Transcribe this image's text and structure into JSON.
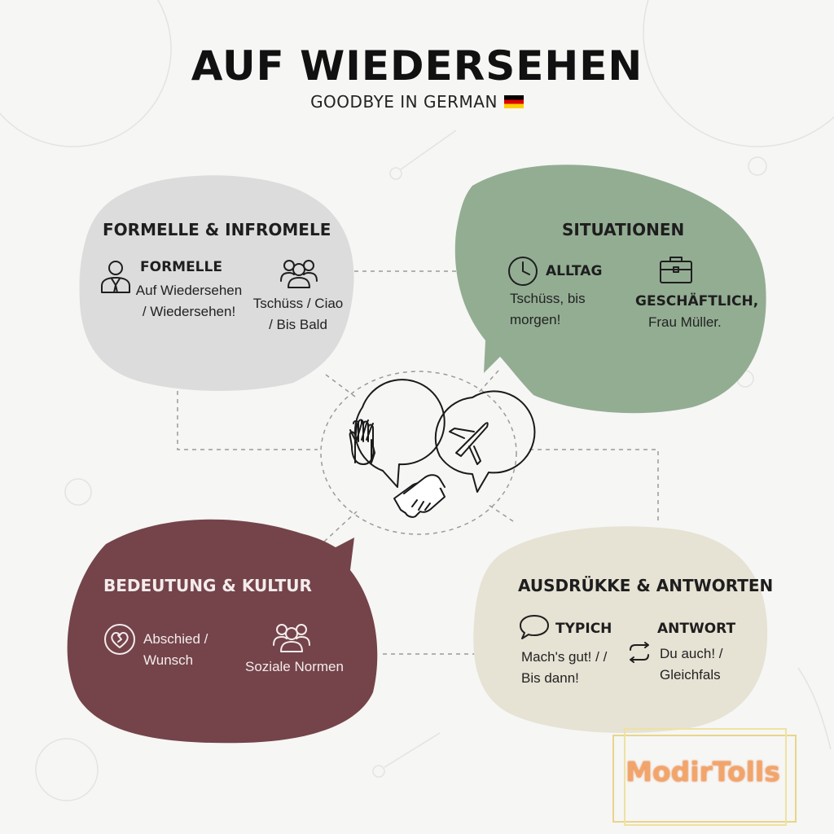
{
  "title": "AUF WIEDERSEHEN",
  "subtitle": "GOODBYE IN GERMAN",
  "colors": {
    "background": "#f6f6f4",
    "gray_bubble": "#dcdcdc",
    "green_bubble": "#93ad93",
    "maroon_bubble": "#74444a",
    "beige_bubble": "#e6e2d4",
    "flag": [
      "#000000",
      "#dd0000",
      "#ffce00"
    ],
    "watermark": "#f2a56b"
  },
  "bubbles": {
    "formal": {
      "title": "FORMELLE & INFROMELE",
      "items": [
        {
          "icon": "person-suit-icon",
          "heading": "FORMELLE",
          "text": "Auf Wiedersehen / Wiedersehen!"
        },
        {
          "icon": "group-icon",
          "heading": "",
          "text": "Tschüss / Ciao / Bis Bald"
        }
      ]
    },
    "situations": {
      "title": "SITUATIONEN",
      "items": [
        {
          "icon": "clock-icon",
          "heading": "ALLTAG",
          "text": "Tschüss, bis morgen!"
        },
        {
          "icon": "briefcase-icon",
          "heading": "GESCHÄFTLICH,",
          "text": "Frau Müller."
        }
      ]
    },
    "culture": {
      "title": "BEDEUTUNG & KULTUR",
      "items": [
        {
          "icon": "heart-circle-icon",
          "heading": "",
          "text": "Abschied / Wunsch"
        },
        {
          "icon": "group-icon",
          "heading": "",
          "text": "Soziale Normen"
        }
      ]
    },
    "expressions": {
      "title": "AUSDRÜKKE & ANTWORTEN",
      "items": [
        {
          "icon": "speech-bubble-icon",
          "heading": "TYPICH",
          "text": "Mach's gut! / / Bis dann!"
        },
        {
          "icon": "exchange-arrows-icon",
          "heading": "ANTWORT",
          "text": "Du auch! / Gleichfals"
        }
      ]
    }
  },
  "center_icons": [
    "waving-hand-icon",
    "airplane-icon",
    "handshake-icon"
  ],
  "watermark": "ModirTolls"
}
